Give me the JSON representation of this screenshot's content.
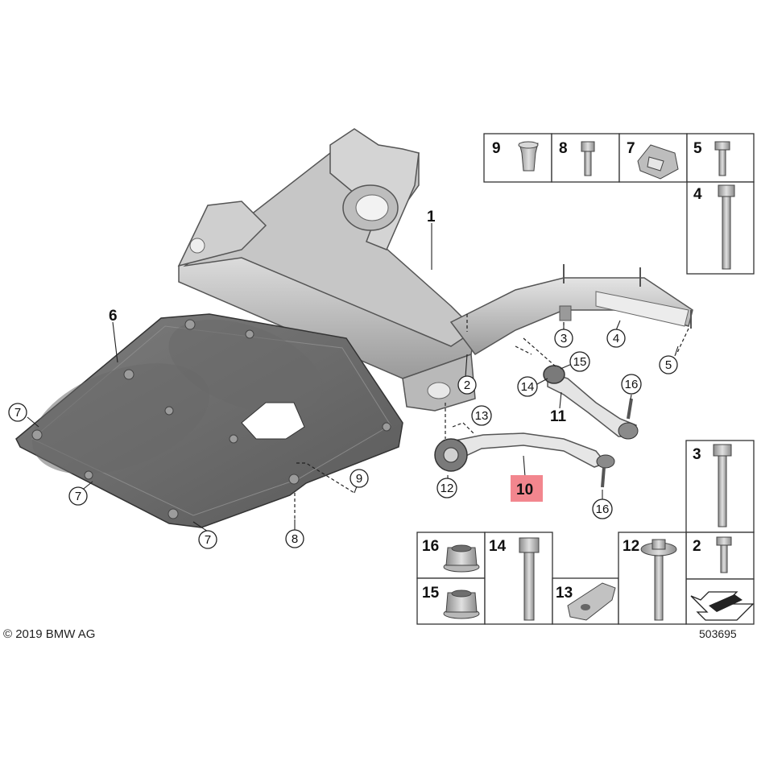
{
  "footer": {
    "copyright": "© 2019 BMW AG",
    "reference": "503695"
  },
  "highlight_color": "#f2868e",
  "callouts": {
    "c1": "1",
    "c2": "2",
    "c3": "3",
    "c4": "4",
    "c5": "5",
    "c6": "6",
    "c7a": "7",
    "c7b": "7",
    "c7c": "7",
    "c8": "8",
    "c9": "9",
    "c10": "10",
    "c11": "11",
    "c12": "12",
    "c13": "13",
    "c14": "14",
    "c15": "15",
    "c16a": "16",
    "c16b": "16"
  },
  "parts_boxes": {
    "b9": "9",
    "b8": "8",
    "b7": "7",
    "b5": "5",
    "b4": "4",
    "b3": "3",
    "b2": "2",
    "b16": "16",
    "b14": "14",
    "b15": "15",
    "b13": "13",
    "b12": "12"
  }
}
